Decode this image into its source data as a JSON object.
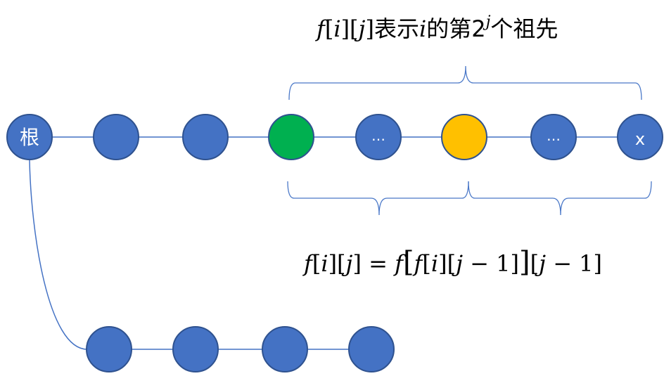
{
  "colors": {
    "node_blue": "#4472c4",
    "node_green": "#00b050",
    "node_orange": "#ffc000",
    "edge": "#4472c4",
    "brace": "#4a78c8",
    "text": "#000000"
  },
  "nodes": {
    "root": "根",
    "ellipsis_1": "…",
    "ellipsis_2": "…",
    "x": "x"
  },
  "formula_top": {
    "f": "f",
    "lb1": "[",
    "i": "i",
    "rb1": "]",
    "lb2": "[",
    "j": "j",
    "rb2": "]",
    "text1": "表示",
    "i2": "i",
    "text2": "的第2",
    "sup_j": "j",
    "text3": "个祖先"
  },
  "formula_bottom": {
    "lhs_f": "f",
    "lhs_br1": "[",
    "lhs_i": "i",
    "lhs_br2": "][",
    "lhs_j": "j",
    "lhs_br3": "]",
    "eq": " = ",
    "rhs_f": "f",
    "big_lb": "[",
    "inner_f": "f",
    "inner_br1": "[",
    "inner_i": "i",
    "inner_br2": "][",
    "inner_j": "j",
    "inner_minus": " − 1]",
    "big_rb": "]",
    "tail_lb": "[",
    "tail_j": "j",
    "tail_minus": " − 1]"
  }
}
